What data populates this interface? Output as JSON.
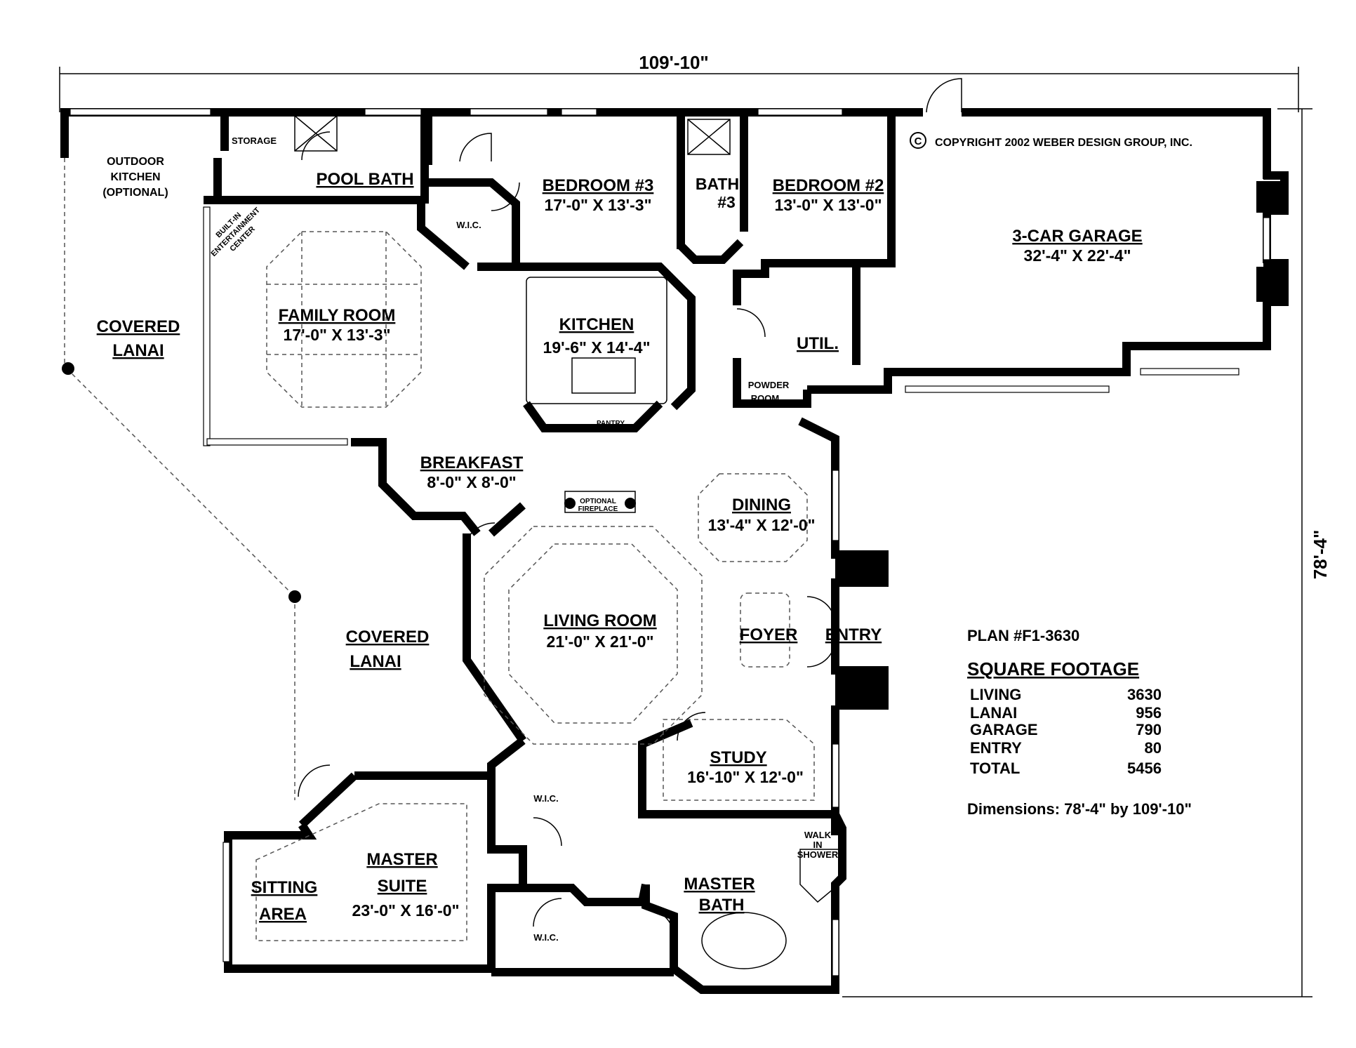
{
  "dimensions": {
    "overall_width": "109'-10\"",
    "overall_depth": "78'-4\""
  },
  "copyright": {
    "symbol": "C",
    "text": "COPYRIGHT 2002 WEBER DESIGN GROUP, INC."
  },
  "rooms": {
    "outdoor_kitchen": {
      "line1": "OUTDOOR",
      "line2": "KITCHEN",
      "line3": "(OPTIONAL)"
    },
    "storage": "STORAGE",
    "pool_bath": "POOL BATH",
    "bedroom3": {
      "name": "BEDROOM #3",
      "size": "17'-0\" X 13'-3\""
    },
    "bath3": {
      "line1": "BATH",
      "line2": "#3"
    },
    "bedroom2": {
      "name": "BEDROOM #2",
      "size": "13'-0\" X 13'-0\""
    },
    "garage": {
      "name": "3-CAR GARAGE",
      "size": "32'-4\" X 22'-4\""
    },
    "wic_upper": "W.I.C.",
    "entertainment": {
      "line1": "BUILT-IN",
      "line2": "ENTERTAINMENT",
      "line3": "CENTER"
    },
    "family_room": {
      "name": "FAMILY ROOM",
      "size": "17'-0\" X 13'-3\""
    },
    "kitchen": {
      "name": "KITCHEN",
      "size": "19'-6\" X 14'-4\""
    },
    "pantry": "PANTRY",
    "util": "UTIL.",
    "powder_room": {
      "line1": "POWDER",
      "line2": "ROOM"
    },
    "covered_lanai_upper": {
      "line1": "COVERED",
      "line2": "LANAI"
    },
    "breakfast": {
      "name": "BREAKFAST",
      "size": "8'-0\" X 8'-0\""
    },
    "fireplace": {
      "line1": "OPTIONAL",
      "line2": "FIREPLACE"
    },
    "dining": {
      "name": "DINING",
      "size": "13'-4\" X 12'-0\""
    },
    "living_room": {
      "name": "LIVING ROOM",
      "size": "21'-0\" X 21'-0\""
    },
    "foyer": "FOYER",
    "entry": "ENTRY",
    "covered_lanai_lower": {
      "line1": "COVERED",
      "line2": "LANAI"
    },
    "study": {
      "name": "STUDY",
      "size": "16'-10\" X 12'-0\""
    },
    "wic_master1": "W.I.C.",
    "wic_master2": "W.I.C.",
    "walk_in_shower": {
      "line1": "WALK",
      "line2": "IN",
      "line3": "SHOWER"
    },
    "master_bath": {
      "line1": "MASTER",
      "line2": "BATH"
    },
    "master_suite": {
      "line1": "MASTER",
      "line2": "SUITE",
      "size": "23'-0\" X 16'-0\""
    },
    "sitting_area": {
      "line1": "SITTING",
      "line2": "AREA"
    }
  },
  "plan_info": {
    "plan_number": "PLAN #F1-3630",
    "heading": "SQUARE FOOTAGE",
    "rows": [
      {
        "label": "LIVING",
        "value": "3630"
      },
      {
        "label": "LANAI",
        "value": "956"
      },
      {
        "label": "GARAGE",
        "value": "790"
      },
      {
        "label": "ENTRY",
        "value": "80"
      },
      {
        "label": "TOTAL",
        "value": "5456"
      }
    ],
    "dimensions_note": "Dimensions: 78'-4\" by 109'-10\""
  }
}
